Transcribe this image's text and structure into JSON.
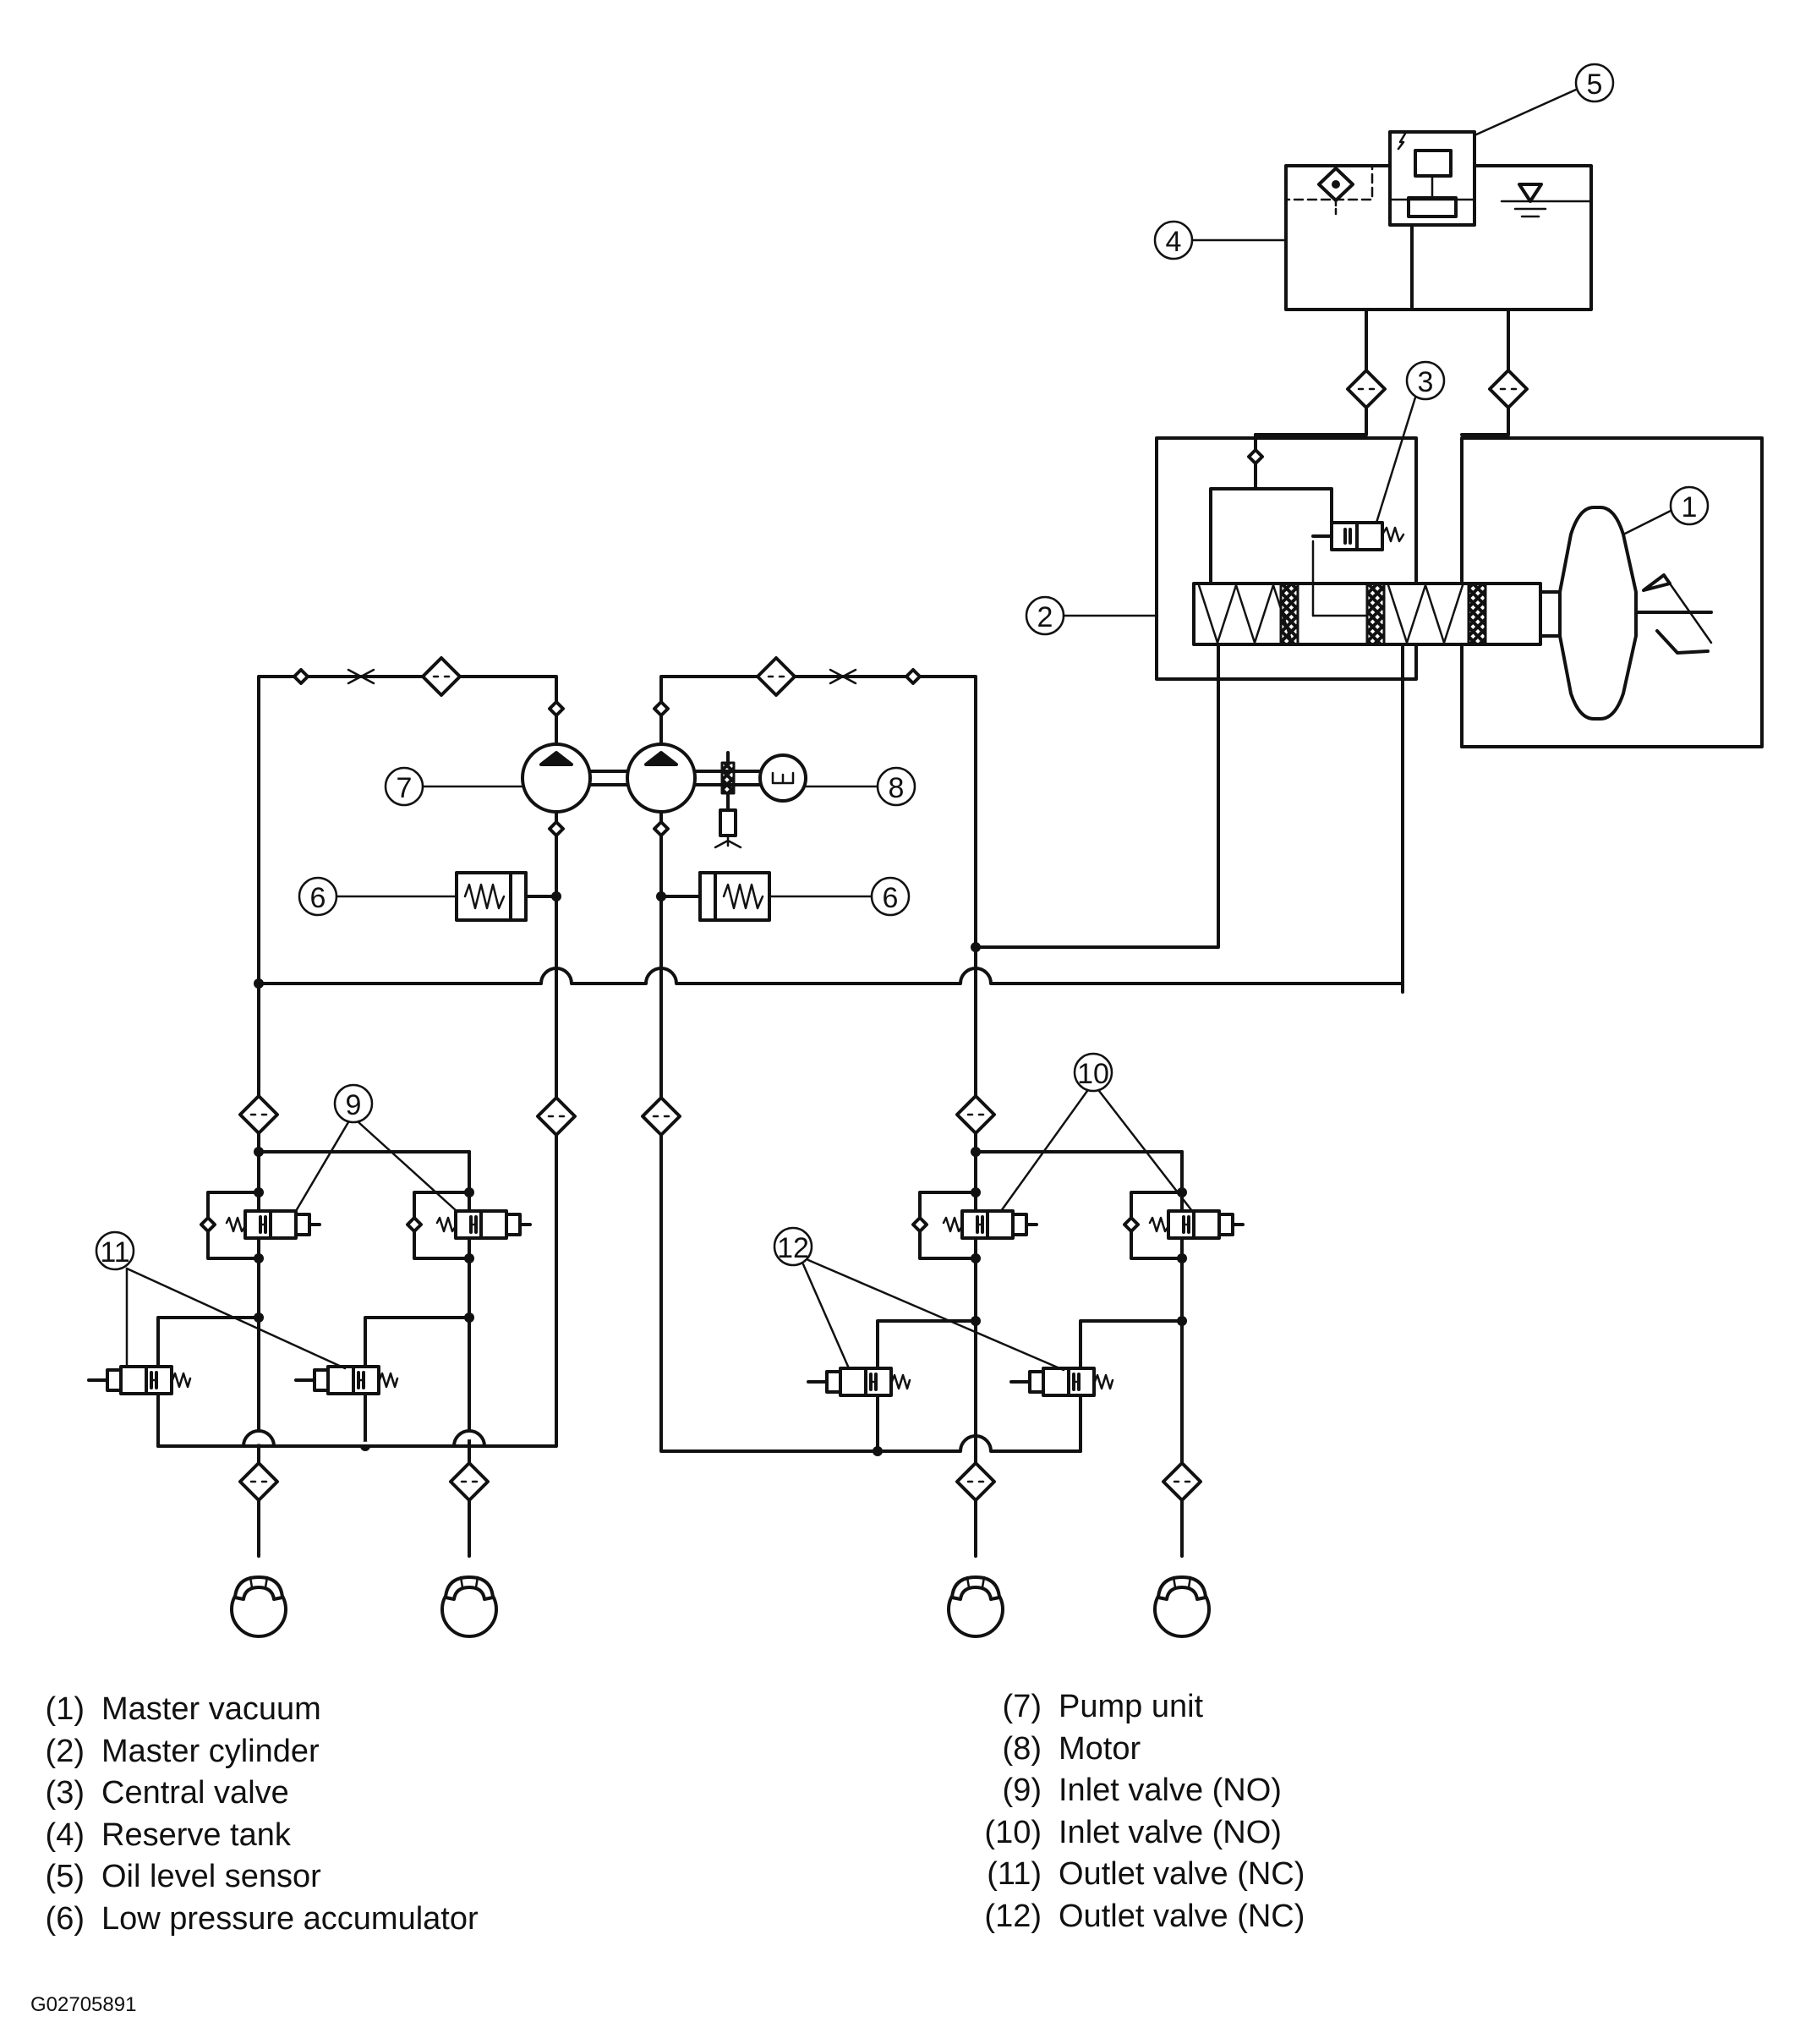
{
  "callouts": [
    "1",
    "2",
    "3",
    "4",
    "5",
    "6",
    "7",
    "8",
    "9",
    "10",
    "11",
    "12"
  ],
  "legend_left": [
    {
      "num": "(1)",
      "label": "Master vacuum"
    },
    {
      "num": "(2)",
      "label": "Master cylinder"
    },
    {
      "num": "(3)",
      "label": "Central valve"
    },
    {
      "num": "(4)",
      "label": "Reserve tank"
    },
    {
      "num": "(5)",
      "label": "Oil level sensor"
    },
    {
      "num": "(6)",
      "label": "Low pressure accumulator"
    }
  ],
  "legend_right": [
    {
      "num": "(7)",
      "label": "Pump unit"
    },
    {
      "num": "(8)",
      "label": "Motor"
    },
    {
      "num": "(9)",
      "label": "Inlet valve (NO)"
    },
    {
      "num": "(10)",
      "label": "Inlet valve (NO)"
    },
    {
      "num": "(11)",
      "label": "Outlet valve (NC)"
    },
    {
      "num": "(12)",
      "label": "Outlet valve (NC)"
    }
  ],
  "figure_code": "G02705891"
}
